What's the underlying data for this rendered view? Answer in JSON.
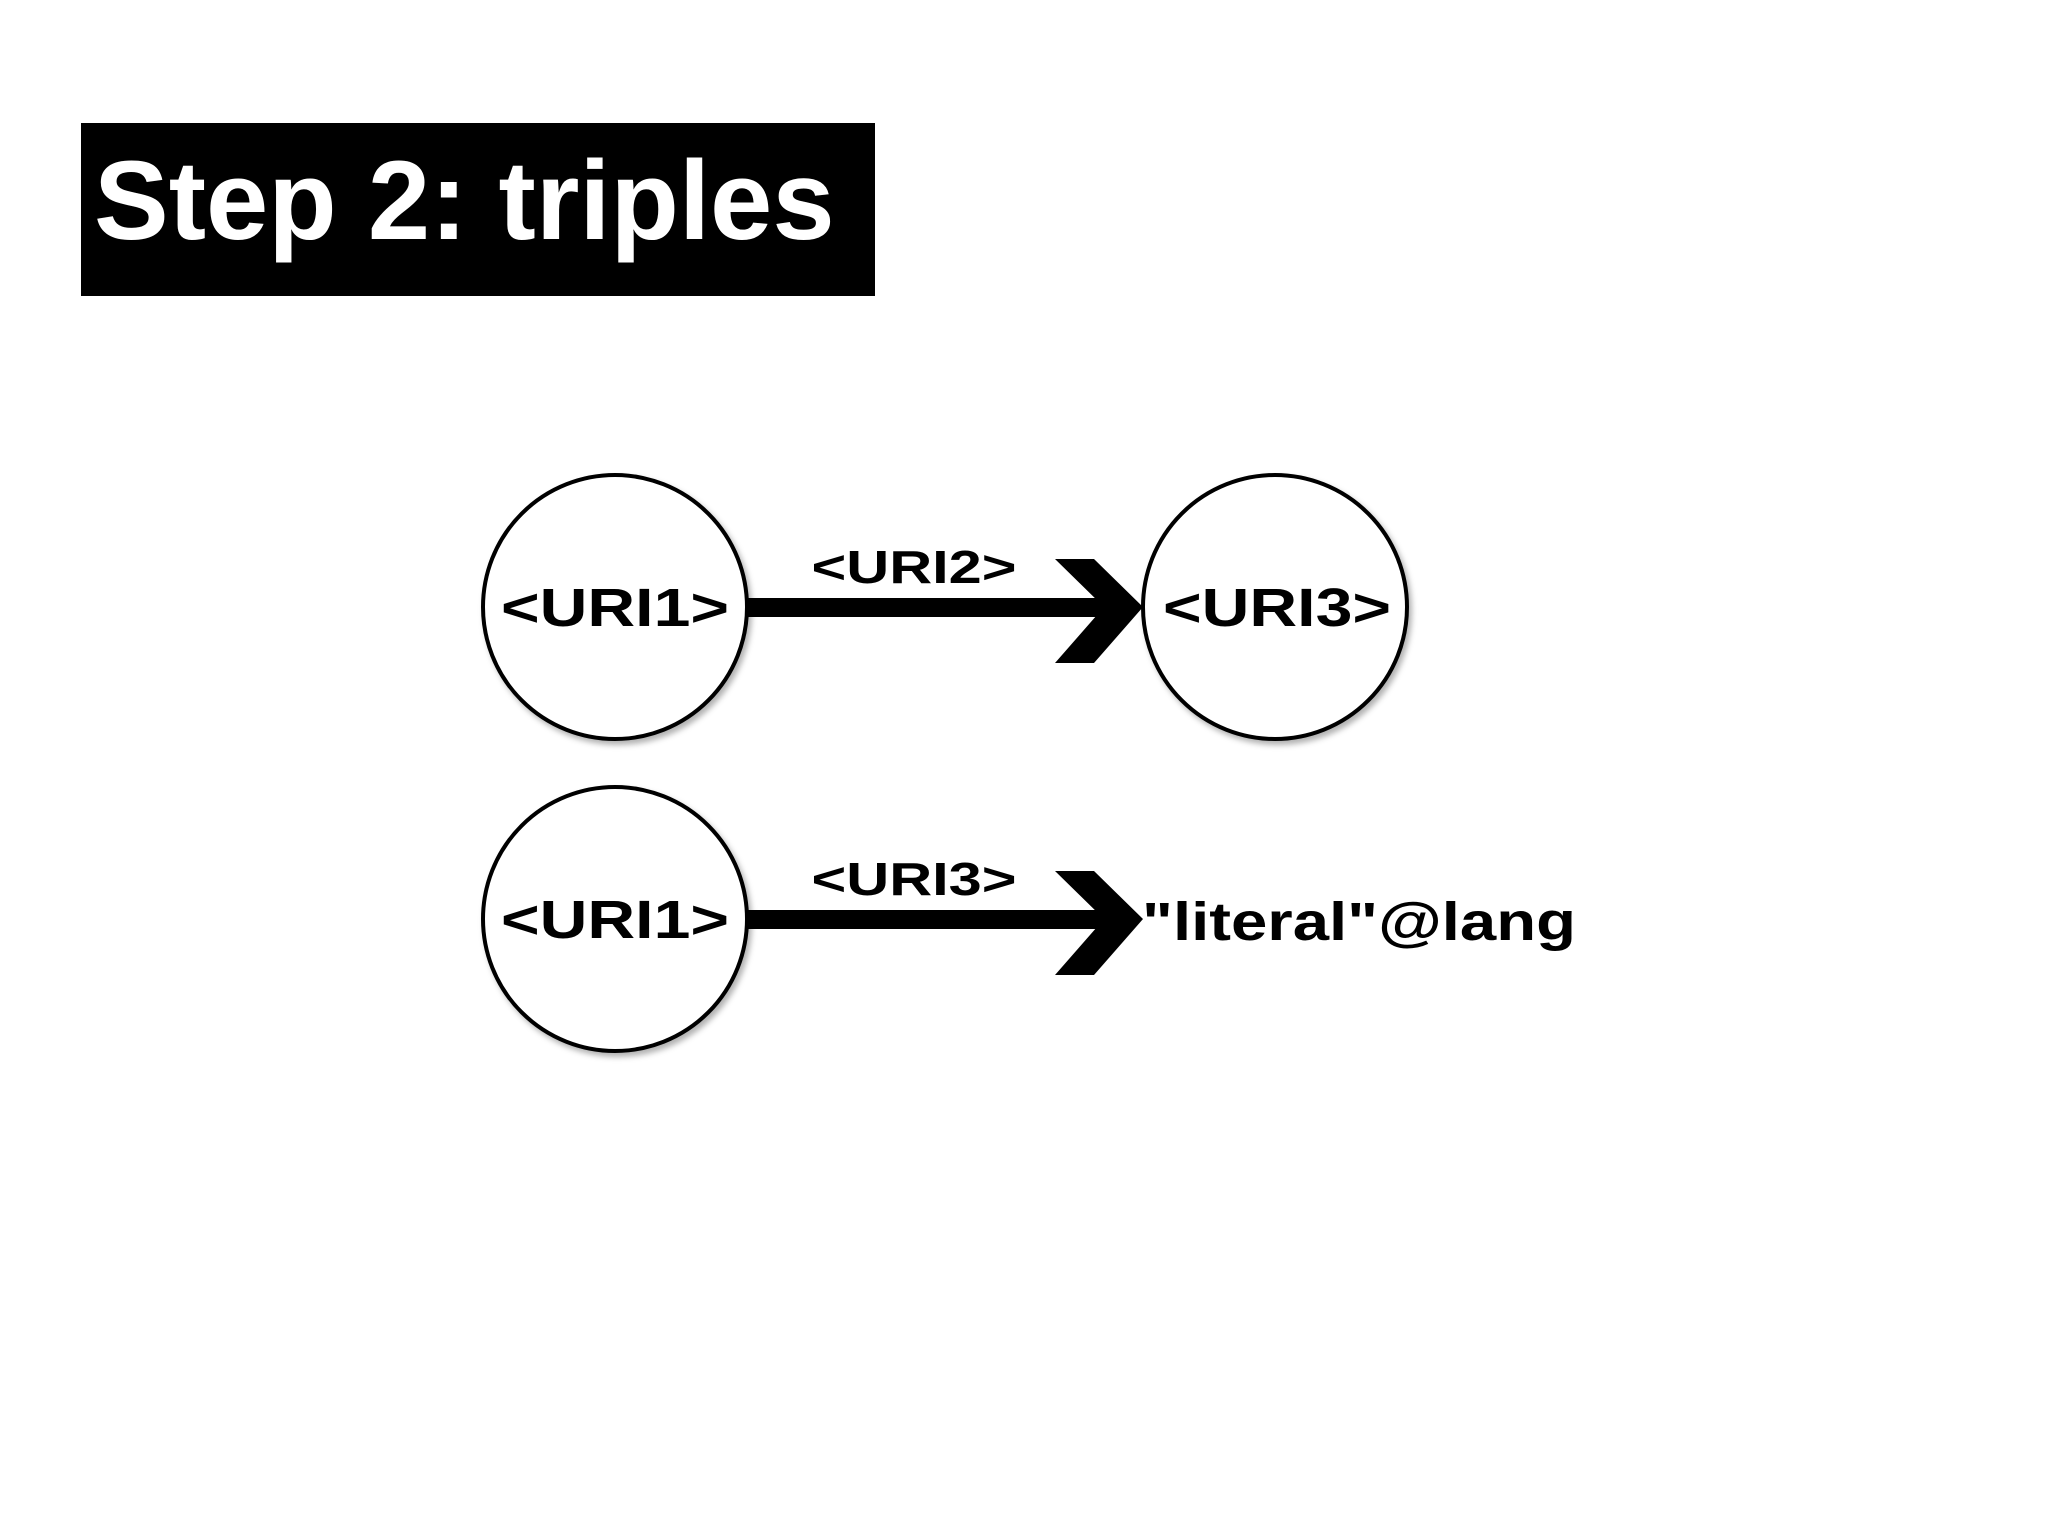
{
  "slide": {
    "title": "Step 2: triples"
  },
  "triples": [
    {
      "subject": "<URI1>",
      "predicate": "<URI2>",
      "object": "<URI3>",
      "object_kind": "node"
    },
    {
      "subject": "<URI1>",
      "predicate": "<URI3>",
      "object": "\"literal\"@lang",
      "object_kind": "literal"
    }
  ],
  "colors": {
    "ink": "#000000",
    "background": "#ffffff",
    "title_text": "#ffffff"
  }
}
